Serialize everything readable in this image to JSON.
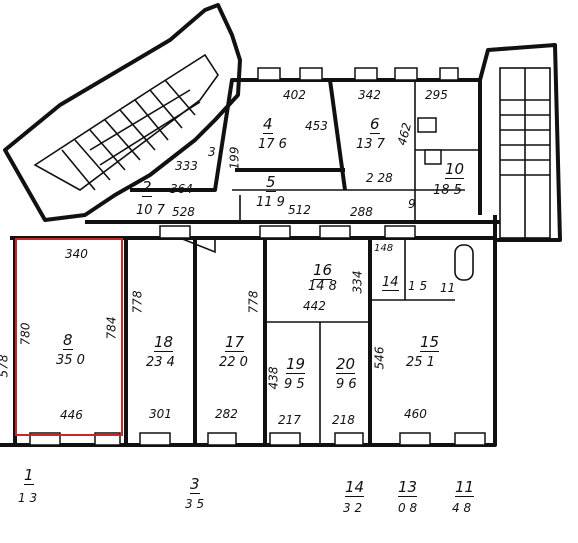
{
  "highlight_color": "#c62828",
  "highlighted_room": "8",
  "rooms": [
    {
      "id": "r8",
      "number": "8",
      "area": "35 0"
    },
    {
      "id": "r18",
      "number": "18",
      "area": "23 4"
    },
    {
      "id": "r17",
      "number": "17",
      "area": "22 0"
    },
    {
      "id": "r19",
      "number": "19",
      "area": "9 5"
    },
    {
      "id": "r20",
      "number": "20",
      "area": "9 6"
    },
    {
      "id": "r15",
      "number": "15",
      "area": "25 1"
    },
    {
      "id": "r16",
      "number": "16",
      "area": "14 8"
    },
    {
      "id": "r14",
      "number": "14",
      "area": "1 5"
    },
    {
      "id": "r4",
      "number": "4",
      "area": "17 6"
    },
    {
      "id": "r5",
      "number": "5",
      "area": "11 9"
    },
    {
      "id": "r6",
      "number": "6",
      "area": "13 7"
    },
    {
      "id": "r2",
      "number": "2",
      "area": "10 7"
    },
    {
      "id": "r10",
      "number": "10",
      "area": "18 5"
    },
    {
      "id": "r1",
      "number": "1",
      "area": "1 3"
    },
    {
      "id": "r3",
      "number": "3",
      "area": "3 5"
    },
    {
      "id": "r14b",
      "number": "14",
      "area": "3 2"
    },
    {
      "id": "r13",
      "number": "13",
      "area": "0 8"
    },
    {
      "id": "r11",
      "number": "11",
      "area": "4 8"
    }
  ],
  "dimensions": {
    "d340": "340",
    "d446": "446",
    "d780": "780",
    "d784": "784",
    "d578": "578",
    "d778a": "778",
    "d778b": "778",
    "d301": "301",
    "d282": "282",
    "d217": "217",
    "d218": "218",
    "d460": "460",
    "d438": "438",
    "d546": "546",
    "d442": "442",
    "d334": "334",
    "d148": "148",
    "d11": "11",
    "d402": "402",
    "d342": "342",
    "d295": "295",
    "d453": "453",
    "d462": "462",
    "d333": "333",
    "d364": "364",
    "d199": "199",
    "d3": "3",
    "d528": "528",
    "d512": "512",
    "d288": "288",
    "d9": "9",
    "d28": "2 28"
  }
}
